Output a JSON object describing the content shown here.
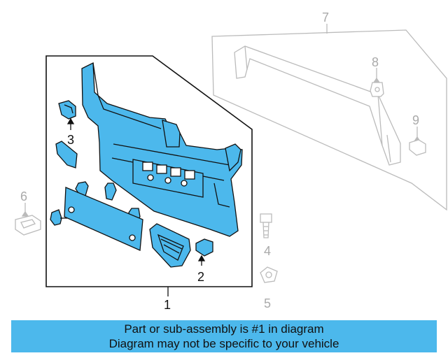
{
  "callouts": {
    "c1": "1",
    "c2": "2",
    "c3": "3",
    "c4": "4",
    "c5": "5",
    "c6": "6",
    "c7": "7",
    "c8": "8",
    "c9": "9"
  },
  "banner": {
    "line1": "Part or sub-assembly is #1 in diagram",
    "line2": "Diagram may not be specific to your vehicle"
  },
  "colors": {
    "highlight_part": "#4cb8ec",
    "banner_background": "#4cb8ec",
    "outline": "#111111",
    "faded_outline": "#bbbbbb"
  }
}
